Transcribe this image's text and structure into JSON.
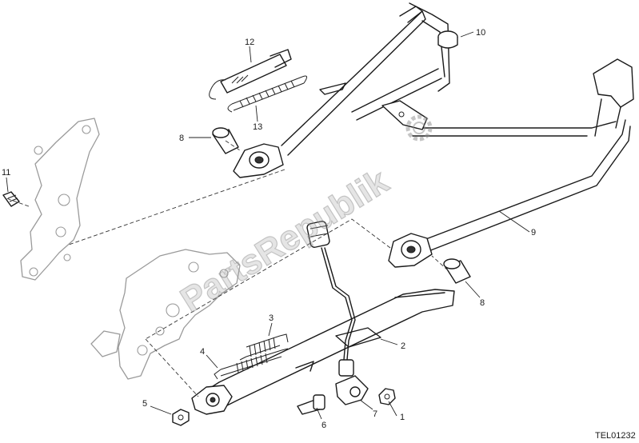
{
  "callouts": [
    {
      "label": "1"
    },
    {
      "label": "2"
    },
    {
      "label": "3"
    },
    {
      "label": "4"
    },
    {
      "label": "5"
    },
    {
      "label": "6"
    },
    {
      "label": "7"
    },
    {
      "label": "8"
    },
    {
      "label": "8"
    },
    {
      "label": "9"
    },
    {
      "label": "10"
    },
    {
      "label": "11"
    },
    {
      "label": "12"
    },
    {
      "label": "13"
    }
  ],
  "drawing_code": "TEL01232",
  "watermark": "PartsRepublik"
}
